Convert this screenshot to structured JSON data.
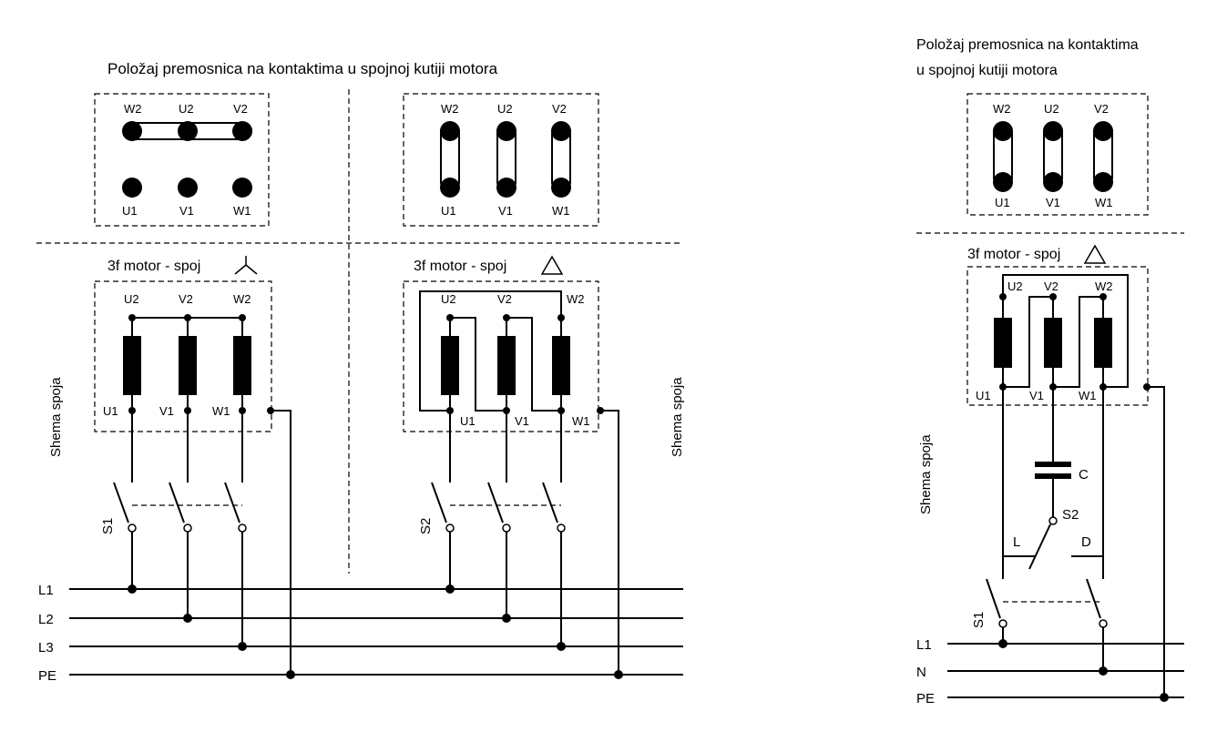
{
  "labels": {
    "title_main": "Položaj premosnica na kontaktima u spojnoj kutiji motora",
    "title_right_l1": "Položaj premosnica na kontaktima",
    "title_right_l2": "u spojnoj kutiji motora",
    "star_heading": "3f motor - spoj",
    "delta_heading": "3f motor - spoj",
    "delta_heading_right": "3f motor - spoj",
    "side_label": "Shema spoja",
    "w2": "W2",
    "u2": "U2",
    "v2": "V2",
    "u1": "U1",
    "v1": "V1",
    "w1": "W1",
    "s1": "S1",
    "s2": "S2",
    "cap": "C",
    "left": "L",
    "right": "D",
    "bus_l1": "L1",
    "bus_l2": "L2",
    "bus_l3": "L3",
    "bus_pe": "PE",
    "bus_n": "N"
  },
  "symbols": {
    "star": "star-connection-symbol",
    "delta": "delta-connection-symbol"
  },
  "colors": {
    "line": "#000000",
    "background": "#ffffff"
  }
}
